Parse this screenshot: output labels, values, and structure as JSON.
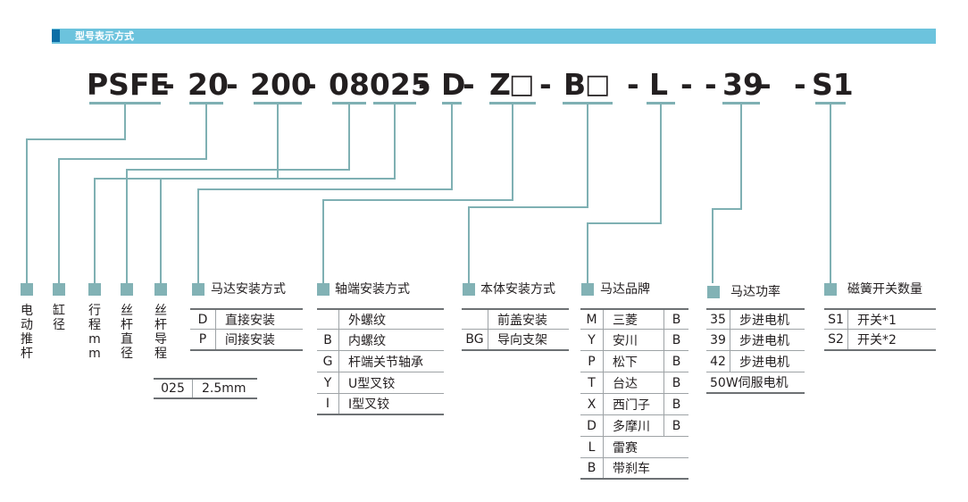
{
  "header": {
    "title": "型号表示方式"
  },
  "model_code": {
    "p1": "PSFE",
    "d1": "-",
    "p2": "20",
    "d2": "-",
    "p3": "200",
    "d3": "-",
    "p4": "08025",
    "d4": "-",
    "p5": "D",
    "d5": "-",
    "p6": "Z",
    "box6": "□",
    "d6": "-",
    "p7": "B",
    "box7": "□",
    "d7": "-",
    "p8": "L",
    "d8": "-",
    "d9": "-",
    "p9": "39",
    "d10": "-",
    "d11": "-",
    "p10": "S1"
  },
  "vertical_labels": {
    "motor_push_rod": "电动推杆",
    "cylinder_dia": "缸径",
    "stroke_mm": "行程mm",
    "screw_dia": "丝杆直径",
    "screw_lead": "丝杆导程"
  },
  "motor_mount": {
    "title": "马达安装方式",
    "rows": [
      {
        "code": "D",
        "text": "直接安装"
      },
      {
        "code": "P",
        "text": "间接安装"
      }
    ]
  },
  "lead_note": {
    "code": "025",
    "text": "2.5mm"
  },
  "shaft_end": {
    "title": "轴端安装方式",
    "rows": [
      {
        "code": "",
        "text": "外螺纹"
      },
      {
        "code": "B",
        "text": "内螺纹"
      },
      {
        "code": "G",
        "text": "杆端关节轴承"
      },
      {
        "code": "Y",
        "text": "U型叉铰"
      },
      {
        "code": "I",
        "text": "I型叉铰"
      }
    ]
  },
  "body_mount": {
    "title": "本体安装方式",
    "rows": [
      {
        "code": "",
        "text": "前盖安装"
      },
      {
        "code": "BG",
        "text": "导向支架"
      }
    ]
  },
  "motor_brand": {
    "title": "马达品牌",
    "rows": [
      {
        "code": "M",
        "text": "三菱",
        "b": "B"
      },
      {
        "code": "Y",
        "text": "安川",
        "b": "B"
      },
      {
        "code": "P",
        "text": "松下",
        "b": "B"
      },
      {
        "code": "T",
        "text": "台达",
        "b": "B"
      },
      {
        "code": "X",
        "text": "西门子",
        "b": "B"
      },
      {
        "code": "D",
        "text": "多摩川",
        "b": "B"
      },
      {
        "code": "L",
        "text": "雷赛",
        "b": ""
      },
      {
        "code": "B",
        "text": "带刹车",
        "b": ""
      }
    ]
  },
  "motor_power": {
    "title": "马达功率",
    "rows": [
      {
        "code": "35",
        "text": "步进电机"
      },
      {
        "code": "39",
        "text": "步进电机"
      },
      {
        "code": "42",
        "text": "步进电机"
      }
    ],
    "note": "50W伺服电机"
  },
  "reed_switch": {
    "title": "磁簧开关数量",
    "rows": [
      {
        "code": "S1",
        "text": "开关*1"
      },
      {
        "code": "S2",
        "text": "开关*2"
      }
    ]
  },
  "colors": {
    "banner": "#6cc3dd",
    "accent": "#0d6ea6",
    "line": "#7fb0b3",
    "square": "#82b2b5"
  }
}
